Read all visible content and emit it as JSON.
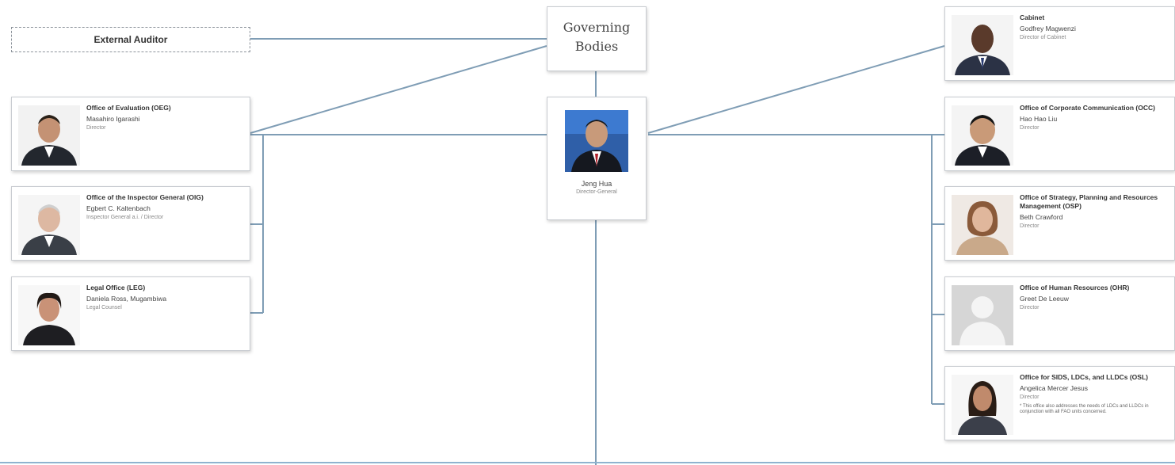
{
  "external_auditor": "External Auditor",
  "governing_bodies": "Governing Bodies",
  "center": {
    "name": "Jeng Hua",
    "role": "Director-General"
  },
  "left_cards": [
    {
      "title": "Office of Evaluation (OEG)",
      "name": "Masahiro Igarashi",
      "role": "Director"
    },
    {
      "title": "Office of the Inspector General (OIG)",
      "name": "Egbert C. Kaltenbach",
      "role": "Inspector General a.i. / Director"
    },
    {
      "title": "Legal Office (LEG)",
      "name": "Daniela Ross, Mugambiwa",
      "role": "Legal Counsel"
    }
  ],
  "right_cards": [
    {
      "title": "Cabinet",
      "name": "Godfrey Magwenzi",
      "role": "Director of Cabinet",
      "note": ""
    },
    {
      "title": "Office of Corporate Communication (OCC)",
      "name": "Hao Hao Liu",
      "role": "Director",
      "note": ""
    },
    {
      "title": "Office of Strategy, Planning and Resources Management (OSP)",
      "name": "Beth Crawford",
      "role": "Director",
      "note": ""
    },
    {
      "title": "Office of Human Resources (OHR)",
      "name": "Greet De Leeuw",
      "role": "Director",
      "note": ""
    },
    {
      "title": "Office for SIDS, LDCs, and LLDCs (OSL)",
      "name": "Angelica Mercer Jesus",
      "role": "Director",
      "note": "* This office also addresses the needs of LDCs and LLDCs in conjunction with all FAO units concerned."
    }
  ]
}
